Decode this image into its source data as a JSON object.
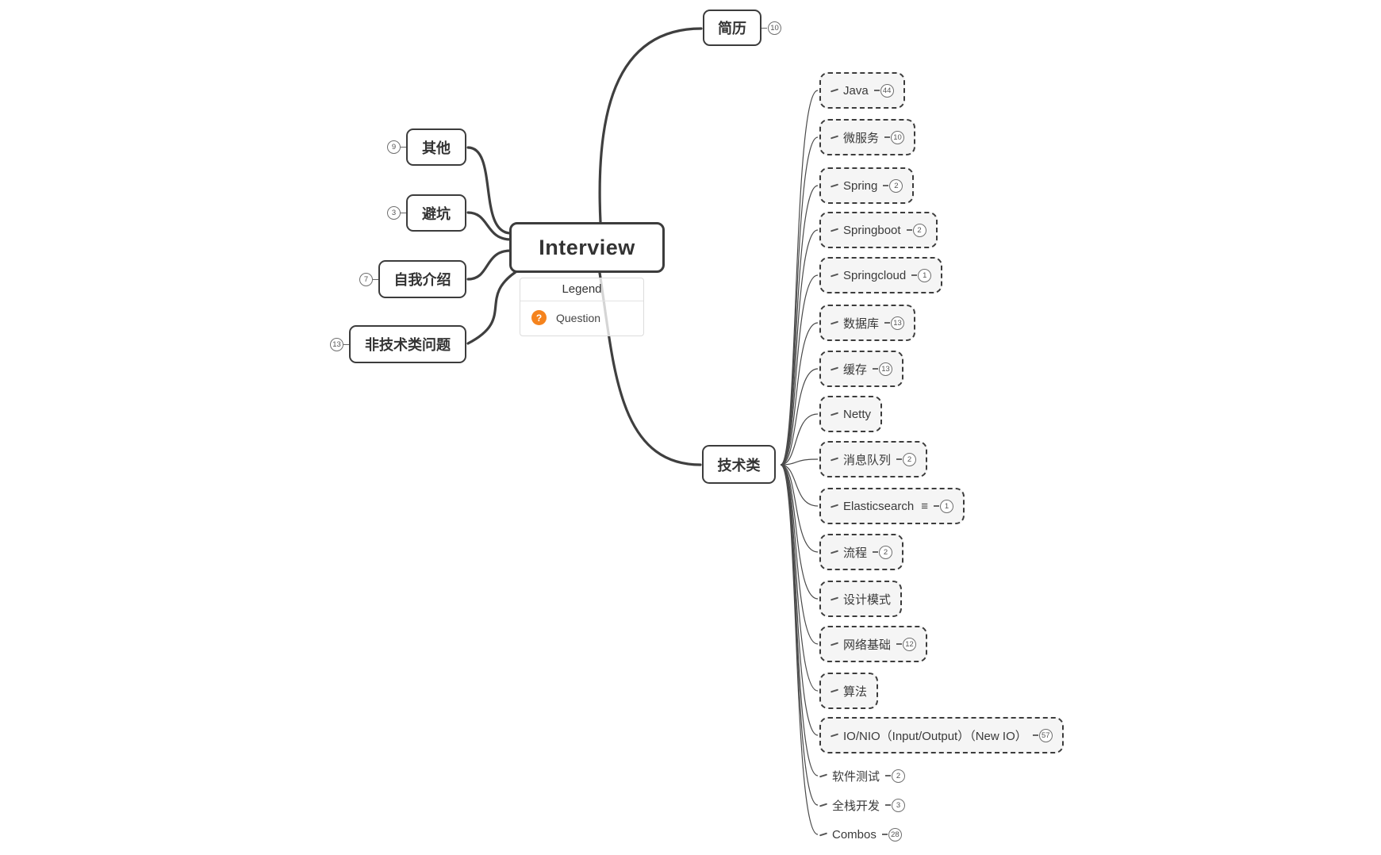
{
  "app": {
    "background": "#ffffff",
    "line_color": "#3f3f3f",
    "thin_line_color": "#4a4a4a",
    "node_fill": "#f5f5f5",
    "accent_orange": "#F5831D"
  },
  "root": {
    "label": "Interview"
  },
  "legend": {
    "title": "Legend",
    "items": [
      {
        "icon": "question-icon",
        "glyph": "?",
        "label": "Question"
      }
    ]
  },
  "branches": {
    "top": {
      "label": "简历",
      "count": "10"
    },
    "left": [
      {
        "label": "其他",
        "count": "9"
      },
      {
        "label": "避坑",
        "count": "3"
      },
      {
        "label": "自我介绍",
        "count": "7"
      },
      {
        "label": "非技术类问题",
        "count": "13"
      }
    ],
    "right": {
      "label": "技术类",
      "children": [
        {
          "label": "Java",
          "count": "44",
          "boxed": true
        },
        {
          "label": "微服务",
          "count": "10",
          "boxed": true
        },
        {
          "label": "Spring",
          "count": "2",
          "boxed": true
        },
        {
          "label": "Springboot",
          "count": "2",
          "boxed": true
        },
        {
          "label": "Springcloud",
          "count": "1",
          "boxed": true
        },
        {
          "label": "数据库",
          "count": "13",
          "boxed": true
        },
        {
          "label": "缓存",
          "count": "13",
          "boxed": true
        },
        {
          "label": "Netty",
          "count": null,
          "boxed": true
        },
        {
          "label": "消息队列",
          "count": "2",
          "boxed": true
        },
        {
          "label": "Elasticsearch",
          "count": "1",
          "boxed": true,
          "notes_icon": true
        },
        {
          "label": "流程",
          "count": "2",
          "boxed": true
        },
        {
          "label": "设计模式",
          "count": null,
          "boxed": true
        },
        {
          "label": "网络基础",
          "count": "12",
          "boxed": true
        },
        {
          "label": "算法",
          "count": null,
          "boxed": true
        },
        {
          "label": "IO/NIO（Input/Output）（New IO）",
          "count": "57",
          "boxed": true
        },
        {
          "label": "软件测试",
          "count": "2",
          "boxed": false
        },
        {
          "label": "全栈开发",
          "count": "3",
          "boxed": false
        },
        {
          "label": "Combos",
          "count": "28",
          "boxed": false
        }
      ]
    }
  }
}
